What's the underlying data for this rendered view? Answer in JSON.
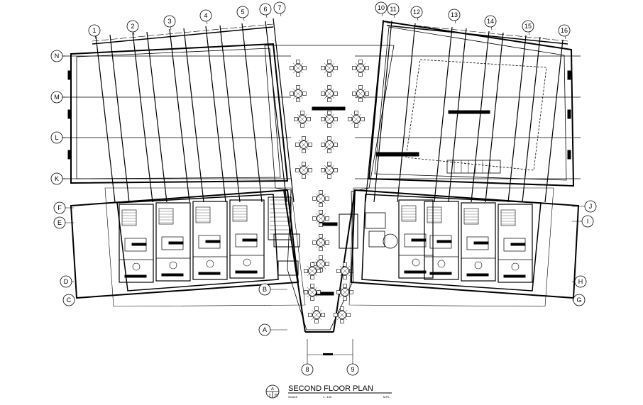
{
  "drawing": {
    "title": "SECOND FLOOR PLAN",
    "scale_label": "SCALE",
    "scale_value": "1 : 100",
    "units": "MTS.",
    "callout_top": "A",
    "callout_bottom_left": "3",
    "callout_bottom_right": "28"
  },
  "grid": {
    "top_numbers": [
      "1",
      "2",
      "3",
      "4",
      "5",
      "6",
      "7",
      "10",
      "11",
      "12",
      "13",
      "14",
      "15",
      "16"
    ],
    "left_letters": [
      "N",
      "M",
      "L",
      "K"
    ],
    "wing_left_letters": [
      "F",
      "E",
      "D",
      "C"
    ],
    "wing_right_letters": [
      "J",
      "I",
      "H",
      "G"
    ],
    "center_letters": [
      "B",
      "A"
    ],
    "bottom_numbers": [
      "8",
      "9"
    ]
  }
}
